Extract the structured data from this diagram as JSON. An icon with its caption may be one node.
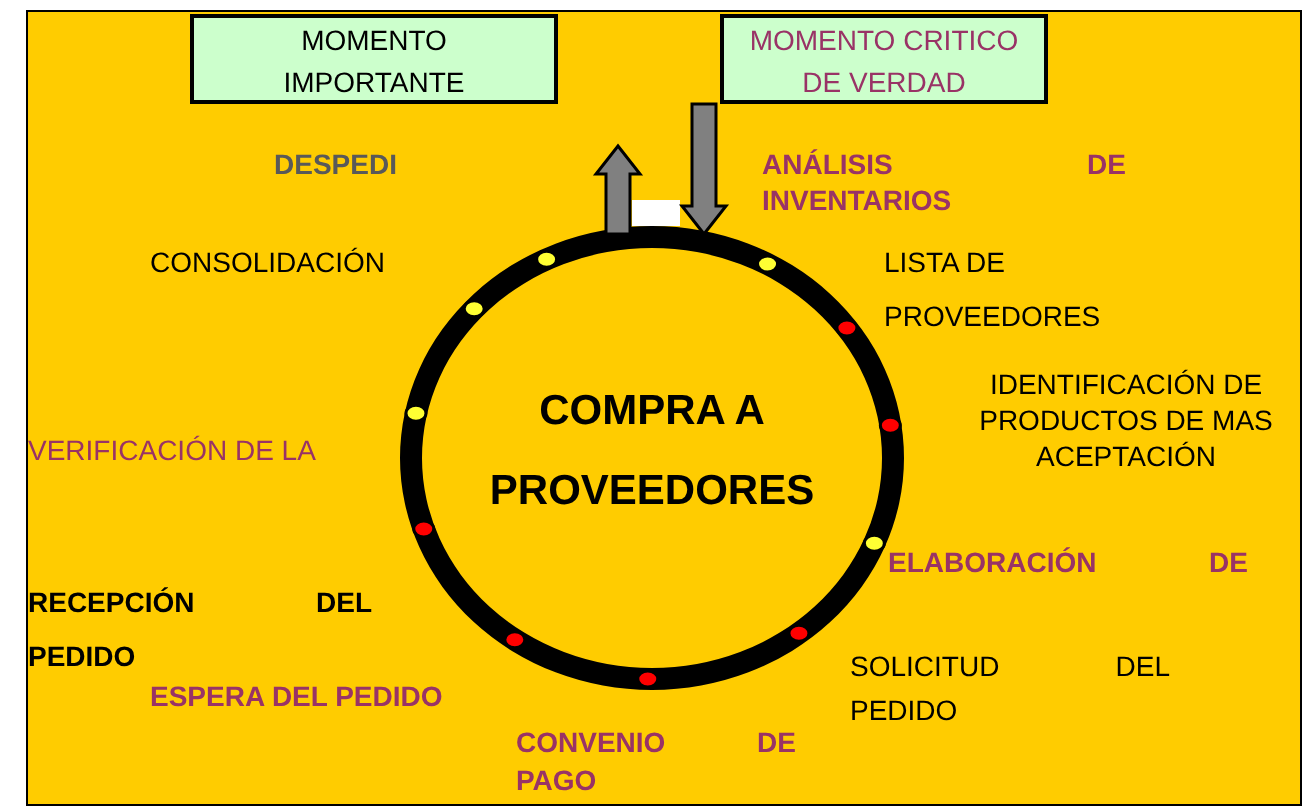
{
  "diagram": {
    "nodes": [
      {
        "text": [
          "MOMENTO IMPORTANTE"
        ]
      },
      {
        "text": [
          "MOMENTO CRITICO DE VERDAD"
        ]
      },
      {
        "text": [
          "COMPRA A PROVEEDORES"
        ]
      }
    ],
    "edges": [
      {
        "from": 2,
        "to": null,
        "arrow": "to"
      },
      {
        "from": 1,
        "to": 2,
        "arrow": "to"
      }
    ],
    "labels": [
      "DESPEDI",
      "ANÁLISIS DE INVENTARIOS",
      "CONSOLIDACIÓN",
      "LISTA DE PROVEEDORES",
      "IDENTIFICACIÓN DE PRODUCTOS DE MAS ACEPTACIÓN",
      "VERIFICACIÓN DE LA",
      "ELABORACIÓN DE",
      "RECEPCIÓN DEL PEDIDO",
      "SOLICITUD DEL PEDIDO",
      "ESPERA DEL PEDIDO",
      "CONVENIO DE PAGO"
    ]
  }
}
